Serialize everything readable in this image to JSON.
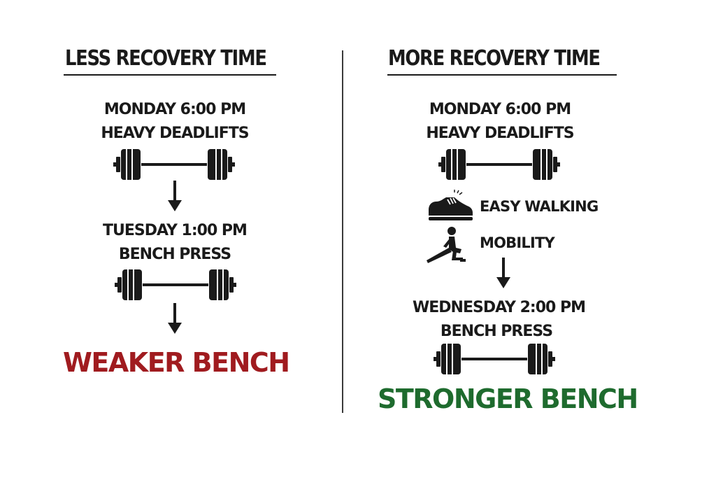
{
  "colors": {
    "text": "#1a1a1a",
    "weaker": "#a01b1f",
    "stronger": "#1e6b2e",
    "divider": "#3a3a3a"
  },
  "left": {
    "heading": "LESS RECOVERY TIME",
    "steps": [
      {
        "line1": "MONDAY 6:00 PM",
        "line2": "HEAVY DEADLIFTS",
        "icon": "barbell-icon"
      },
      {
        "line1": "TUESDAY 1:00 PM",
        "line2": "BENCH PRESS",
        "icon": "barbell-icon"
      }
    ],
    "result": "WEAKER BENCH"
  },
  "right": {
    "heading": "MORE RECOVERY TIME",
    "steps": [
      {
        "line1": "MONDAY 6:00 PM",
        "line2": "HEAVY DEADLIFTS",
        "icon": "barbell-icon"
      },
      {
        "line1": "WEDNESDAY 2:00 PM",
        "line2": "BENCH PRESS",
        "icon": "barbell-icon"
      }
    ],
    "activities": [
      {
        "label": "EASY WALKING",
        "icon": "sneaker-icon"
      },
      {
        "label": "MOBILITY",
        "icon": "lunge-stretch-icon"
      }
    ],
    "result": "STRONGER BENCH"
  }
}
